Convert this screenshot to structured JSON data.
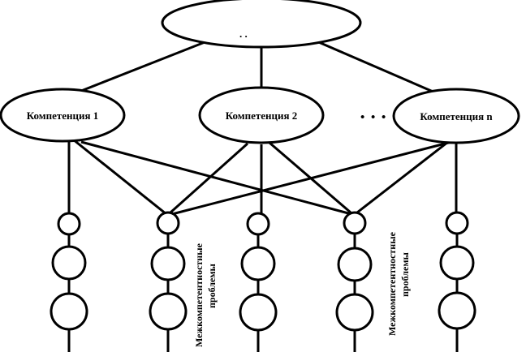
{
  "diagram": {
    "top_node": {
      "label": ".   ."
    },
    "competencies": [
      {
        "label": "Компетенция 1"
      },
      {
        "label": "Компетенция 2"
      },
      {
        "label": "Компетенция n"
      }
    ],
    "ellipsis": "• • •",
    "chain_columns": 5,
    "inter_competence_label": {
      "line1": "Межкомпетентностные",
      "line2": "проблемы"
    }
  }
}
